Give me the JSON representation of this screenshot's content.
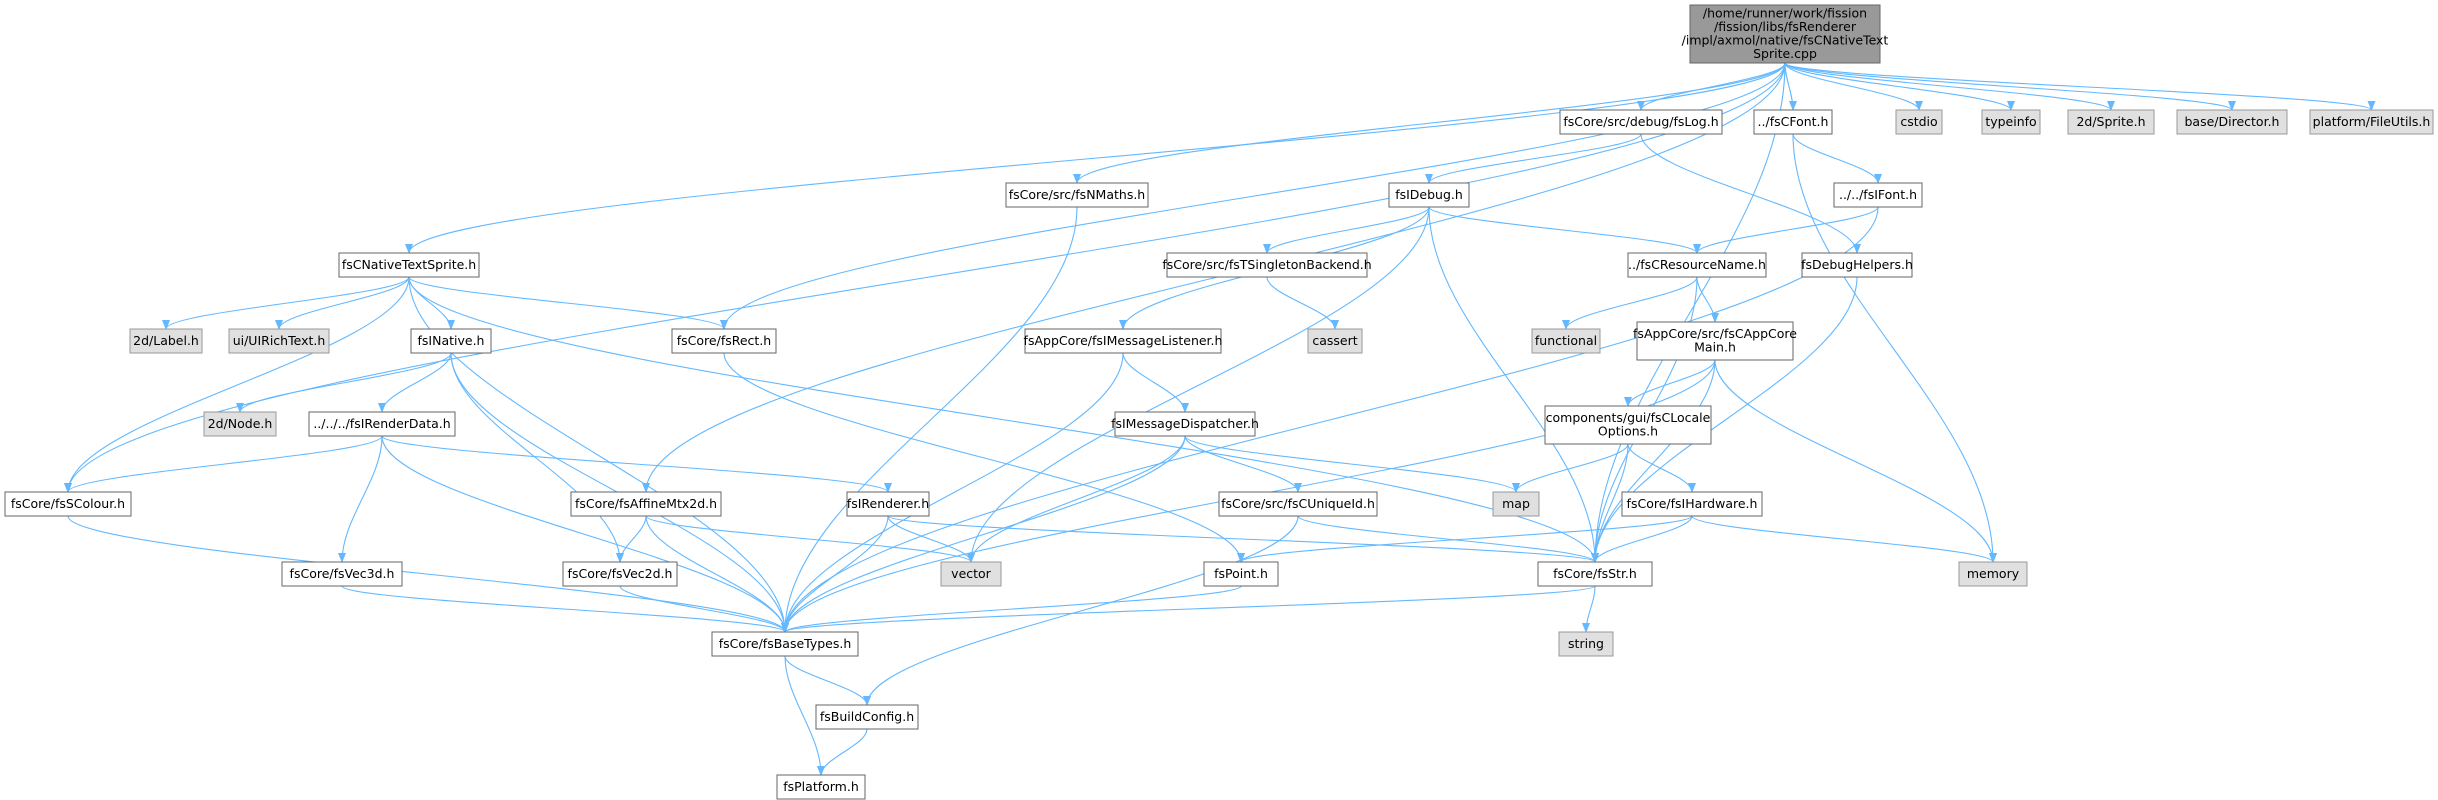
{
  "colors": {
    "root_fill": "#999999",
    "root_stroke": "#666666",
    "node_fill": "#ffffff",
    "node_stroke": "#666666",
    "external_fill": "#e0e0e0",
    "external_stroke": "#999999",
    "edge": "#63b8ff"
  },
  "nodes": [
    {
      "id": "root",
      "kind": "root",
      "lines": [
        "/home/runner/work/fission",
        "/fission/libs/fsRenderer",
        "/impl/axmol/native/fsCNativeText",
        "Sprite.cpp"
      ]
    },
    {
      "id": "fsLog",
      "kind": "file",
      "lines": [
        "fsCore/src/debug/fsLog.h"
      ]
    },
    {
      "id": "fsCFont",
      "kind": "file",
      "lines": [
        "../fsCFont.h"
      ]
    },
    {
      "id": "cstdio",
      "kind": "external",
      "lines": [
        "cstdio"
      ]
    },
    {
      "id": "typeinfo",
      "kind": "external",
      "lines": [
        "typeinfo"
      ]
    },
    {
      "id": "sprite",
      "kind": "external",
      "lines": [
        "2d/Sprite.h"
      ]
    },
    {
      "id": "director",
      "kind": "external",
      "lines": [
        "base/Director.h"
      ]
    },
    {
      "id": "fileutils",
      "kind": "external",
      "lines": [
        "platform/FileUtils.h"
      ]
    },
    {
      "id": "fsNMaths",
      "kind": "file",
      "lines": [
        "fsCore/src/fsNMaths.h"
      ]
    },
    {
      "id": "fsIDebug",
      "kind": "file",
      "lines": [
        "fsIDebug.h"
      ]
    },
    {
      "id": "fsIFont",
      "kind": "file",
      "lines": [
        "../../fsIFont.h"
      ]
    },
    {
      "id": "fsCNativeTextSprite",
      "kind": "file",
      "lines": [
        "fsCNativeTextSprite.h"
      ]
    },
    {
      "id": "fsTSingletonBackend",
      "kind": "file",
      "lines": [
        "fsCore/src/fsTSingletonBackend.h"
      ]
    },
    {
      "id": "fsCResourceName",
      "kind": "file",
      "lines": [
        "../fsCResourceName.h"
      ]
    },
    {
      "id": "fsDebugHelpers",
      "kind": "file",
      "lines": [
        "fsDebugHelpers.h"
      ]
    },
    {
      "id": "label",
      "kind": "external",
      "lines": [
        "2d/Label.h"
      ]
    },
    {
      "id": "uirichtext",
      "kind": "external",
      "lines": [
        "ui/UIRichText.h"
      ]
    },
    {
      "id": "fsINative",
      "kind": "file",
      "lines": [
        "fsINative.h"
      ]
    },
    {
      "id": "fsRect",
      "kind": "file",
      "lines": [
        "fsCore/fsRect.h"
      ]
    },
    {
      "id": "fsIMessageListener",
      "kind": "file",
      "lines": [
        "fsAppCore/fsIMessageListener.h"
      ]
    },
    {
      "id": "cassert",
      "kind": "external",
      "lines": [
        "cassert"
      ]
    },
    {
      "id": "functional",
      "kind": "external",
      "lines": [
        "functional"
      ]
    },
    {
      "id": "fsCAppCoreMain",
      "kind": "file",
      "lines": [
        "fsAppCore/src/fsCAppCore",
        "Main.h"
      ]
    },
    {
      "id": "node2d",
      "kind": "external",
      "lines": [
        "2d/Node.h"
      ]
    },
    {
      "id": "fsIRenderData",
      "kind": "file",
      "lines": [
        "../../../fsIRenderData.h"
      ]
    },
    {
      "id": "fsIMessageDispatcher",
      "kind": "file",
      "lines": [
        "fsIMessageDispatcher.h"
      ]
    },
    {
      "id": "fsCLocaleOptions",
      "kind": "file",
      "lines": [
        "components/gui/fsCLocale",
        "Options.h"
      ]
    },
    {
      "id": "map",
      "kind": "external",
      "lines": [
        "map"
      ]
    },
    {
      "id": "fsSColour",
      "kind": "file",
      "lines": [
        "fsCore/fsSColour.h"
      ]
    },
    {
      "id": "fsAffineMtx2d",
      "kind": "file",
      "lines": [
        "fsCore/fsAffineMtx2d.h"
      ]
    },
    {
      "id": "fsIRenderer",
      "kind": "file",
      "lines": [
        "fsIRenderer.h"
      ]
    },
    {
      "id": "fsCUniqueId",
      "kind": "file",
      "lines": [
        "fsCore/src/fsCUniqueId.h"
      ]
    },
    {
      "id": "fsIHardware",
      "kind": "file",
      "lines": [
        "fsCore/fsIHardware.h"
      ]
    },
    {
      "id": "vector",
      "kind": "external",
      "lines": [
        "vector"
      ]
    },
    {
      "id": "fsVec3d",
      "kind": "file",
      "lines": [
        "fsCore/fsVec3d.h"
      ]
    },
    {
      "id": "fsVec2d",
      "kind": "file",
      "lines": [
        "fsCore/fsVec2d.h"
      ]
    },
    {
      "id": "fsPoint",
      "kind": "file",
      "lines": [
        "fsPoint.h"
      ]
    },
    {
      "id": "fsStr",
      "kind": "file",
      "lines": [
        "fsCore/fsStr.h"
      ]
    },
    {
      "id": "memory",
      "kind": "external",
      "lines": [
        "memory"
      ]
    },
    {
      "id": "fsBaseTypes",
      "kind": "file",
      "lines": [
        "fsCore/fsBaseTypes.h"
      ]
    },
    {
      "id": "string",
      "kind": "external",
      "lines": [
        "string"
      ]
    },
    {
      "id": "fsBuildConfig",
      "kind": "file",
      "lines": [
        "fsBuildConfig.h"
      ]
    },
    {
      "id": "fsPlatform",
      "kind": "file",
      "lines": [
        "fsPlatform.h"
      ]
    }
  ],
  "edges": [
    [
      "root",
      "fsLog"
    ],
    [
      "root",
      "fsCFont"
    ],
    [
      "root",
      "cstdio"
    ],
    [
      "root",
      "typeinfo"
    ],
    [
      "root",
      "sprite"
    ],
    [
      "root",
      "director"
    ],
    [
      "root",
      "fileutils"
    ],
    [
      "root",
      "fsNMaths"
    ],
    [
      "root",
      "fsCNativeTextSprite"
    ],
    [
      "root",
      "fsSColour"
    ],
    [
      "root",
      "fsAffineMtx2d"
    ],
    [
      "root",
      "fsRect"
    ],
    [
      "root",
      "fsStr"
    ],
    [
      "fsLog",
      "fsIDebug"
    ],
    [
      "fsLog",
      "fsDebugHelpers"
    ],
    [
      "fsCFont",
      "fsIFont"
    ],
    [
      "fsCFont",
      "memory"
    ],
    [
      "fsIFont",
      "fsCResourceName"
    ],
    [
      "fsIFont",
      "fsBaseTypes"
    ],
    [
      "fsNMaths",
      "fsBaseTypes"
    ],
    [
      "fsIDebug",
      "fsTSingletonBackend"
    ],
    [
      "fsIDebug",
      "fsCResourceName"
    ],
    [
      "fsIDebug",
      "fsIMessageListener"
    ],
    [
      "fsIDebug",
      "vector"
    ],
    [
      "fsIDebug",
      "fsStr"
    ],
    [
      "fsTSingletonBackend",
      "cassert"
    ],
    [
      "fsCResourceName",
      "functional"
    ],
    [
      "fsCResourceName",
      "fsCAppCoreMain"
    ],
    [
      "fsCResourceName",
      "fsStr"
    ],
    [
      "fsDebugHelpers",
      "fsStr"
    ],
    [
      "fsCNativeTextSprite",
      "label"
    ],
    [
      "fsCNativeTextSprite",
      "uirichtext"
    ],
    [
      "fsCNativeTextSprite",
      "fsINative"
    ],
    [
      "fsCNativeTextSprite",
      "fsRect"
    ],
    [
      "fsCNativeTextSprite",
      "fsSColour"
    ],
    [
      "fsCNativeTextSprite",
      "fsBaseTypes"
    ],
    [
      "fsCNativeTextSprite",
      "fsStr"
    ],
    [
      "fsINative",
      "node2d"
    ],
    [
      "fsINative",
      "fsIRenderData"
    ],
    [
      "fsINative",
      "fsVec2d"
    ],
    [
      "fsINative",
      "fsBaseTypes"
    ],
    [
      "fsRect",
      "fsPoint"
    ],
    [
      "fsIMessageListener",
      "fsIMessageDispatcher"
    ],
    [
      "fsIMessageListener",
      "fsBaseTypes"
    ],
    [
      "fsCAppCoreMain",
      "fsCLocaleOptions"
    ],
    [
      "fsCAppCoreMain",
      "fsBaseTypes"
    ],
    [
      "fsCAppCoreMain",
      "fsStr"
    ],
    [
      "fsCAppCoreMain",
      "memory"
    ],
    [
      "fsIRenderData",
      "fsSColour"
    ],
    [
      "fsIRenderData",
      "fsIRenderer"
    ],
    [
      "fsIRenderData",
      "fsVec3d"
    ],
    [
      "fsIRenderData",
      "fsBaseTypes"
    ],
    [
      "fsIMessageDispatcher",
      "map"
    ],
    [
      "fsIMessageDispatcher",
      "fsCUniqueId"
    ],
    [
      "fsIMessageDispatcher",
      "vector"
    ],
    [
      "fsIMessageDispatcher",
      "fsBaseTypes"
    ],
    [
      "fsCLocaleOptions",
      "map"
    ],
    [
      "fsCLocaleOptions",
      "fsIHardware"
    ],
    [
      "fsCLocaleOptions",
      "fsStr"
    ],
    [
      "fsSColour",
      "fsBaseTypes"
    ],
    [
      "fsAffineMtx2d",
      "fsVec2d"
    ],
    [
      "fsAffineMtx2d",
      "vector"
    ],
    [
      "fsAffineMtx2d",
      "fsBaseTypes"
    ],
    [
      "fsIRenderer",
      "vector"
    ],
    [
      "fsIRenderer",
      "fsStr"
    ],
    [
      "fsIRenderer",
      "fsBaseTypes"
    ],
    [
      "fsCUniqueId",
      "fsStr"
    ],
    [
      "fsCUniqueId",
      "fsBuildConfig"
    ],
    [
      "fsIHardware",
      "fsPoint"
    ],
    [
      "fsIHardware",
      "fsStr"
    ],
    [
      "fsIHardware",
      "memory"
    ],
    [
      "fsVec3d",
      "fsBaseTypes"
    ],
    [
      "fsVec2d",
      "fsBaseTypes"
    ],
    [
      "fsPoint",
      "fsBaseTypes"
    ],
    [
      "fsStr",
      "fsBaseTypes"
    ],
    [
      "fsStr",
      "string"
    ],
    [
      "fsBaseTypes",
      "fsBuildConfig"
    ],
    [
      "fsBaseTypes",
      "fsPlatform"
    ],
    [
      "fsBuildConfig",
      "fsPlatform"
    ]
  ]
}
